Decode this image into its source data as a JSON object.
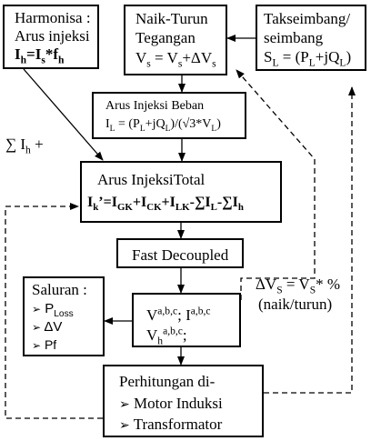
{
  "harmonisa": {
    "title": "Harmonisa :",
    "subtitle": "Arus injeksi",
    "I": "I",
    "h": "h",
    "eq": "=I",
    "s": "s",
    "mul": "*f",
    "h2": "h"
  },
  "naik_turun": {
    "title": "Naik-Turun",
    "subtitle": "Tegangan",
    "V": "V",
    "s": "s",
    "eq": " = V",
    "s2": "s",
    "plus": "+ΔV",
    "s3": "s"
  },
  "takseimbang": {
    "title": "Takseimbang/",
    "subtitle": "seimbang",
    "S": "S",
    "L": "L",
    "eq": " = (P",
    "L2": "L",
    "mid": "+jQ",
    "L3": "L",
    "close": ")"
  },
  "beban": {
    "title": "Arus Injeksi Beban",
    "I": "I",
    "L": "L",
    "eq": " = (P",
    "L2": "L",
    "mid": "+jQ",
    "L3": "L",
    "rest": ")/(√3*V",
    "L4": "L",
    "close": ")"
  },
  "sum_label": {
    "sigma": "∑ I",
    "h": "h",
    "plus": " +"
  },
  "total": {
    "title": "Arus InjeksiTotal",
    "I": "I",
    "k": "k",
    "eq": "’=I",
    "GK": "GK",
    "p1": "+I",
    "CK": "CK",
    "p2": "+I",
    "LK": "LK",
    "p3": "-∑I",
    "L": "L",
    "p4": "-∑I",
    "h": "h"
  },
  "fast_decoupled": {
    "label": "Fast Decoupled"
  },
  "delta": {
    "line1_pre": "ΔV",
    "line1_sub": "S",
    "line1_mid": " = V",
    "line1_sub2": "S",
    "line1_post": "* %",
    "line2": "(naik/turun)"
  },
  "saluran": {
    "title": "Saluran :",
    "bullet": "➢",
    "items": [
      {
        "main": "P",
        "sub": "Loss"
      },
      {
        "main": "ΔV",
        "sub": ""
      },
      {
        "main": "Pf",
        "sub": ""
      }
    ]
  },
  "vi": {
    "V": "V",
    "abc": "a,b,c",
    "sep": "; I",
    "abc2": "a,b,c",
    "Vh": "V",
    "h": "h",
    "abc3": "a,b,c",
    "end": ";"
  },
  "perhitungan": {
    "title": "Perhitungan di-",
    "bullet": "➢",
    "item1": "Motor Induksi",
    "item2": "Transformator"
  }
}
